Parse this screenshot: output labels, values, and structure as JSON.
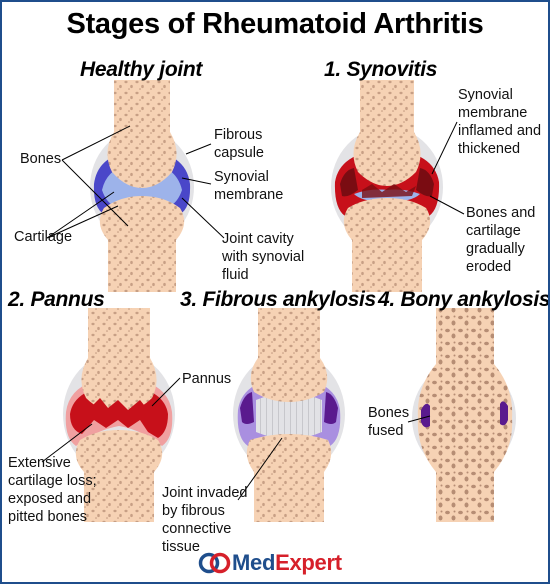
{
  "title": "Stages of Rheumatoid Arthritis",
  "panels": {
    "healthy": "Healthy joint",
    "synovitis": "1. Synovitis",
    "pannus": "2. Pannus",
    "fibrous": "3. Fibrous ankylosis",
    "bony": "4. Bony ankylosis"
  },
  "labels": {
    "bones": "Bones",
    "cartilage": "Cartilage",
    "fibrous_capsule": "Fibrous\ncapsule",
    "synovial_membrane": "Synovial\nmembrane",
    "joint_cavity": "Joint cavity\nwith synovial\nfluid",
    "synovial_inflamed": "Synovial\nmembrane\ninflamed and\nthickened",
    "bones_eroded": "Bones and\ncartilage\ngradually\neroded",
    "pannus": "Pannus",
    "cartilage_loss": "Extensive\ncartilage loss;\nexposed and\npitted bones",
    "joint_invaded": "Joint invaded\nby fibrous\nconnective\ntissue",
    "bones_fused": "Bones\nfused"
  },
  "logo": {
    "part1": "Med",
    "part2": "Expert"
  },
  "colors": {
    "bone": "#f6d2b4",
    "bone_spot": "#c79f85",
    "capsule": "#e3e3e6",
    "synovial": "#4a47c9",
    "fluid": "#9db3ea",
    "inflamed": "#c7101a",
    "dark_inflamed": "#7a0c12",
    "pannus_glow": "#f0a0a0",
    "fibrous": "#cfcfd4",
    "fibrous_purple": "#a98fe0",
    "fibrous_dark": "#5a1a8e",
    "frame": "#1f4e8c",
    "logo_blue": "#1f4e8c",
    "logo_red": "#d6202a"
  }
}
